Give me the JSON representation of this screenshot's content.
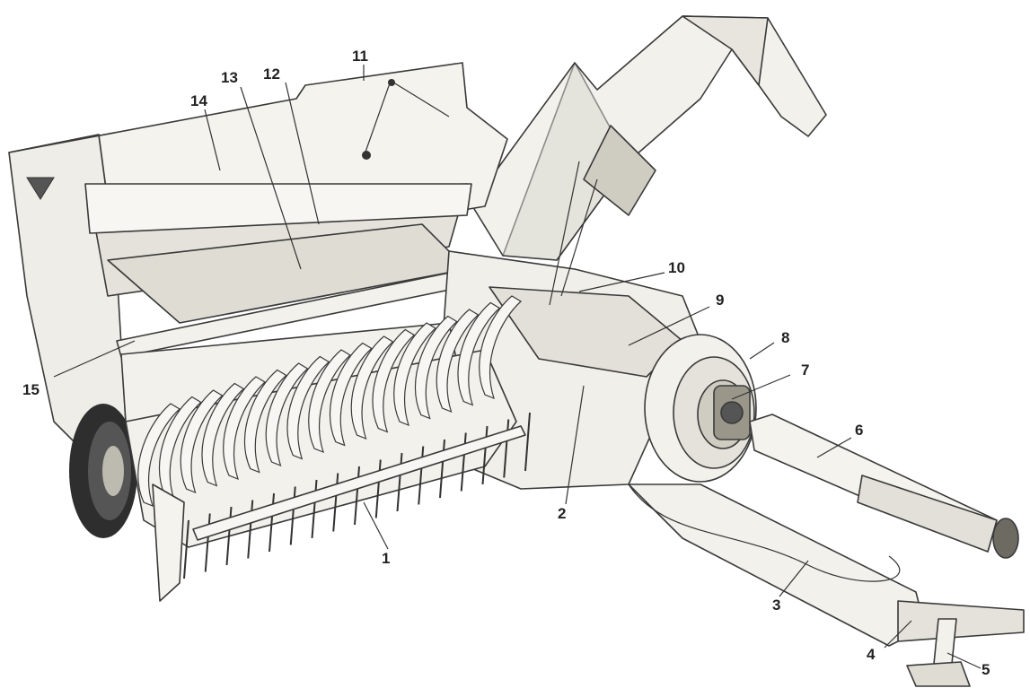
{
  "diagram": {
    "subject": "Small square baler (exploded perspective illustration)",
    "colors": {
      "body": "#f2f1ec",
      "shadow": "#dad8d0",
      "dark": "#3a3a3a",
      "tire": "#2e2e2e",
      "label": "#222222"
    },
    "callouts": [
      {
        "label": "1"
      },
      {
        "label": "2"
      },
      {
        "label": "3"
      },
      {
        "label": "4"
      },
      {
        "label": "5"
      },
      {
        "label": "6"
      },
      {
        "label": "7"
      },
      {
        "label": "8"
      },
      {
        "label": "9"
      },
      {
        "label": "10"
      },
      {
        "label": "11"
      },
      {
        "label": "12"
      },
      {
        "label": "13"
      },
      {
        "label": "14"
      },
      {
        "label": "15"
      }
    ]
  }
}
